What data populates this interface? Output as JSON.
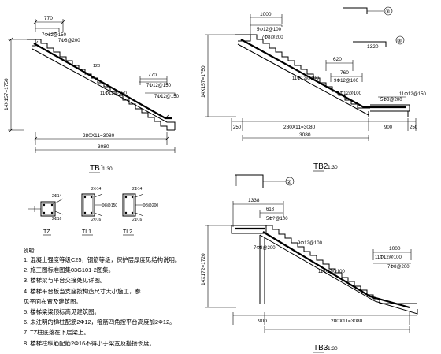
{
  "tb1": {
    "title": "TB1",
    "scale": "1:30",
    "dims": {
      "top_width": "770",
      "height": "14X157=1750",
      "span": "280X11=3080",
      "total": "3080",
      "right_width": "770"
    },
    "rebar": {
      "r1": "7Φ12@150",
      "r2": "7Φ8@200",
      "r3": "7Φ12@150",
      "r4": "11Φ12@150",
      "r5": "120"
    }
  },
  "tb2": {
    "title": "TB2",
    "scale": "1:30",
    "dims": {
      "top_width": "1000",
      "height": "14X157=1750",
      "span": "280X11=3080",
      "total": "3080",
      "left": "250",
      "right": "900",
      "right2": "250",
      "w1320": "1320",
      "w620": "620",
      "w760": "760"
    },
    "rebar": {
      "r1": "5Φ12@100",
      "r2": "7Φ8@200",
      "r3": "11Φ12@100",
      "r4": "9Φ12@100",
      "r5": "11Φ12@150",
      "r6": "5Φ8@200"
    },
    "callouts": {
      "c1": "③",
      "c2": "③"
    }
  },
  "sections": {
    "labels": [
      "TZ",
      "TL1",
      "TL2"
    ],
    "rebar": {
      "a": "2Φ14",
      "b": "Φ8@150",
      "c": "2Φ16",
      "d": "2Φ14",
      "e": "Φ8@200",
      "f": "2Φ16"
    }
  },
  "tb3": {
    "title": "TB3",
    "scale": "1:30",
    "dims": {
      "top_width": "1338",
      "w618": "618",
      "height": "14X172=1720",
      "span": "280X11=3080",
      "left": "900",
      "right_width": "1000"
    },
    "rebar": {
      "r1": "5Φ?@100",
      "r2": "7Φ8@200",
      "r3": "11Φ12@100",
      "r4": "9Φ12@100",
      "r5": "7Φ8@200",
      "r6": "11Φ12@100"
    },
    "callouts": {
      "c1": "②"
    }
  },
  "notes": {
    "header": "说明:",
    "items": [
      "1. 混凝土强度等级C25，钢筋等级，保护层厚度见结构说明。",
      "2. 施工图标准图集03G101-2图集。",
      "3. 楼梯梁与平台交接处见详图。",
      "4. 楼梯平台板当支座按构造尺寸大小施工，参",
      "   见平面布置及建筑图。",
      "5. 楼梯梁梁顶标高见建筑图。",
      "6. 未注明的梯柱配筋2Φ12，箍筋四角按平台高度加2Φ12。",
      "7. TZ柱底落在下层梁上。",
      "8. 楼梯柱纵筋配筋2Φ16不得小于梁宽及搭接长度。"
    ]
  }
}
